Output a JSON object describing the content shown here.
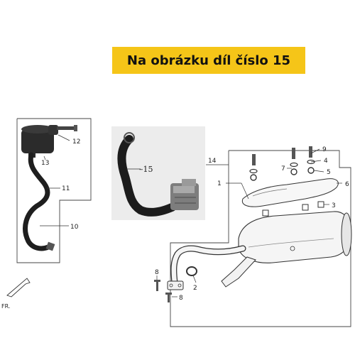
{
  "banner": {
    "text": "Na obrázku díl číslo 15",
    "background": "#f5c518"
  },
  "callouts": {
    "c1": "1",
    "c2": "2",
    "c3": "3",
    "c4": "4",
    "c5": "5",
    "c6": "6",
    "c7": "7",
    "c8a": "8",
    "c8b": "8",
    "c9": "9",
    "c10": "10",
    "c11": "11",
    "c12": "12",
    "c13": "13",
    "c14": "14",
    "c15": "–15"
  },
  "direction_label": "FR."
}
